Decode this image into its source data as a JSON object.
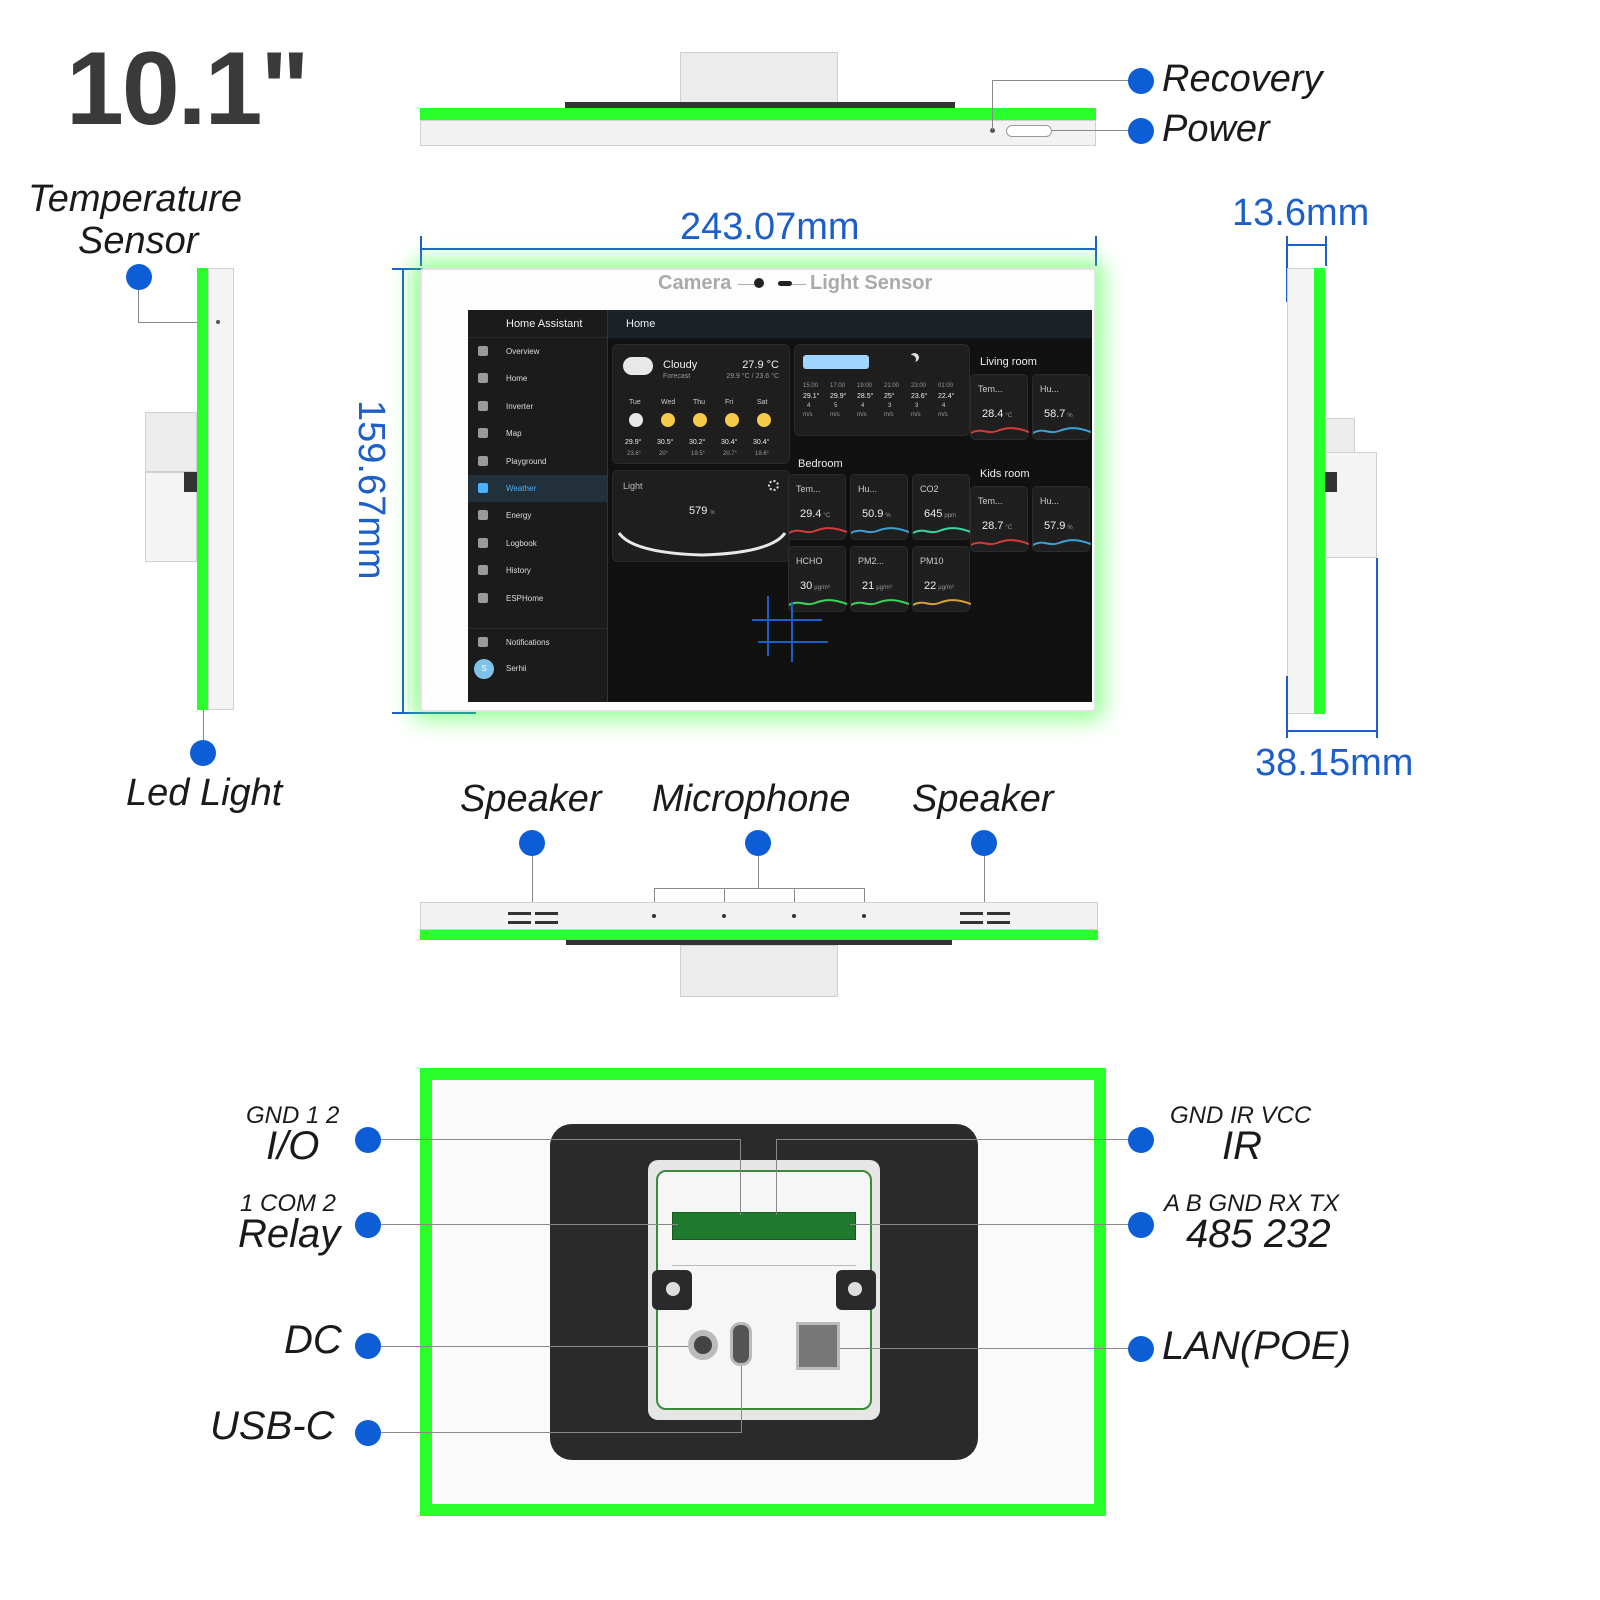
{
  "size_label": "10.1\"",
  "top_labels": {
    "recovery": "Recovery",
    "power": "Power"
  },
  "side_labels": {
    "temperature_sensor_1": "Temperature",
    "temperature_sensor_2": "Sensor",
    "led_light": "Led Light"
  },
  "front_labels": {
    "camera": "Camera",
    "light_sensor": "Light Sensor"
  },
  "dimensions": {
    "width": "243.07mm",
    "height": "159.67mm",
    "thickness": "13.6mm",
    "depth": "38.15mm"
  },
  "bottom_labels": {
    "speaker_left": "Speaker",
    "microphone": "Microphone",
    "speaker_right": "Speaker"
  },
  "ports": {
    "io_pins": "GND 1 2",
    "io": "I/O",
    "relay_pins": "1 COM 2",
    "relay": "Relay",
    "dc": "DC",
    "usbc": "USB-C",
    "ir_pins": "GND IR VCC",
    "ir": "IR",
    "serial_pins": "A B GND RX TX",
    "serial": "485 232",
    "lan": "LAN(POE)"
  },
  "screen": {
    "app_title": "Home Assistant",
    "page_title": "Home",
    "sidebar": [
      {
        "label": "Overview"
      },
      {
        "label": "Home"
      },
      {
        "label": "Inverter"
      },
      {
        "label": "Map"
      },
      {
        "label": "Playground"
      },
      {
        "label": "Weather",
        "active": true
      },
      {
        "label": "Energy"
      },
      {
        "label": "Logbook"
      },
      {
        "label": "History"
      },
      {
        "label": "ESPHome"
      }
    ],
    "notifications": "Notifications",
    "user": "Serhii",
    "user_initial": "S",
    "weather": {
      "condition": "Cloudy",
      "subtitle": "Forecast",
      "temp": "27.9 °C",
      "range": "29.9 °C / 23.6 °C",
      "days": [
        {
          "d": "Tue",
          "hi": "29.9°",
          "lo": "23.6°"
        },
        {
          "d": "Wed",
          "hi": "30.5°",
          "lo": "20°"
        },
        {
          "d": "Thu",
          "hi": "30.2°",
          "lo": "19.5°"
        },
        {
          "d": "Fri",
          "hi": "30.4°",
          "lo": "20.7°"
        },
        {
          "d": "Sat",
          "hi": "30.4°",
          "lo": "19.6°"
        }
      ]
    },
    "hourly": [
      {
        "h": "15:00",
        "t": "29.1°",
        "w": "4"
      },
      {
        "h": "17:00",
        "t": "29.9°",
        "w": "5"
      },
      {
        "h": "19:00",
        "t": "28.5°",
        "w": "4"
      },
      {
        "h": "21:00",
        "t": "25°",
        "w": "3"
      },
      {
        "h": "23:00",
        "t": "23.6°",
        "w": "3"
      },
      {
        "h": "01:00",
        "t": "22.4°",
        "w": "4"
      }
    ],
    "wind_unit": "m/s",
    "light": {
      "label": "Light",
      "value": "579",
      "unit": "lx"
    },
    "living_room": {
      "title": "Living room",
      "tiles": [
        {
          "l": "Tem...",
          "v": "28.4",
          "u": "°C"
        },
        {
          "l": "Hu...",
          "v": "58.7",
          "u": "%"
        }
      ]
    },
    "kids_room": {
      "title": "Kids room",
      "tiles": [
        {
          "l": "Tem...",
          "v": "28.7",
          "u": "°C"
        },
        {
          "l": "Hu...",
          "v": "57.9",
          "u": "%"
        }
      ]
    },
    "bedroom": {
      "title": "Bedroom",
      "tiles": [
        {
          "l": "Tem...",
          "v": "29.4",
          "u": "°C"
        },
        {
          "l": "Hu...",
          "v": "50.9",
          "u": "%"
        },
        {
          "l": "CO2",
          "v": "645",
          "u": "ppm"
        },
        {
          "l": "HCHO",
          "v": "30",
          "u": "µg/m³"
        },
        {
          "l": "PM2...",
          "v": "21",
          "u": "µg/m³"
        },
        {
          "l": "PM10",
          "v": "22",
          "u": "µg/m³"
        }
      ]
    }
  },
  "colors": {
    "led_green": "#2bff2b",
    "callout_blue": "#0d5ed6",
    "dimension_blue": "#1c5fc9"
  }
}
